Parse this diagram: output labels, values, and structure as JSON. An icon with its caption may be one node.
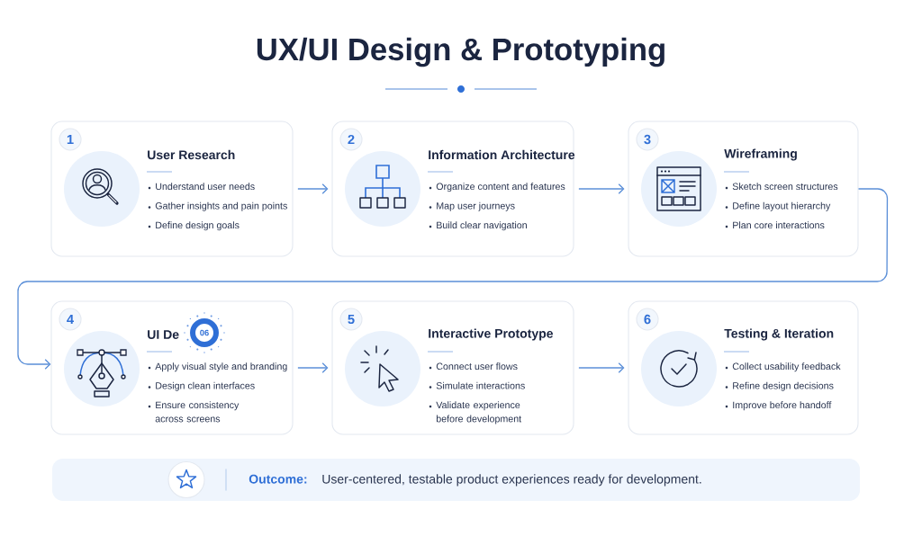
{
  "diagram": {
    "title": "UX/UI Design & Prototyping",
    "nodes": [
      {
        "text": [
          "1",
          "User Research",
          "Understand user needs",
          "Gather insights and pain points",
          "Define design goals"
        ]
      },
      {
        "text": [
          "2",
          "Information Architecture",
          "Organize content and features",
          "Map user journeys",
          "Build clear navigation"
        ]
      },
      {
        "text": [
          "3",
          "Wireframing",
          "Sketch screen structures",
          "Define layout hierarchy",
          "Plan core interactions"
        ]
      },
      {
        "text": [
          "4",
          "UI De",
          "Apply visual style and branding",
          "Design clean interfaces",
          "Ensure consistency across screens"
        ]
      },
      {
        "text": [
          "06"
        ],
        "in": 3
      },
      {
        "text": [
          "5",
          "Interactive Prototype",
          "Connect user flows",
          "Simulate interactions",
          "Validate experience before development"
        ]
      },
      {
        "text": [
          "6",
          "Testing & Iteration",
          "Collect usability feedback",
          "Refine design decisions",
          "Improve before handoff"
        ]
      },
      {
        "text": [
          "Outcome:",
          "User-centered, testable product experiences ready for development."
        ]
      }
    ],
    "edges": [
      {
        "from": 0,
        "to": 1,
        "arrow": "to"
      },
      {
        "from": 1,
        "to": 2,
        "arrow": "to"
      },
      {
        "from": 2,
        "to": 3,
        "arrow": "to"
      },
      {
        "from": 3,
        "to": 5,
        "arrow": "to"
      },
      {
        "from": 5,
        "to": 6,
        "arrow": "to"
      }
    ]
  }
}
